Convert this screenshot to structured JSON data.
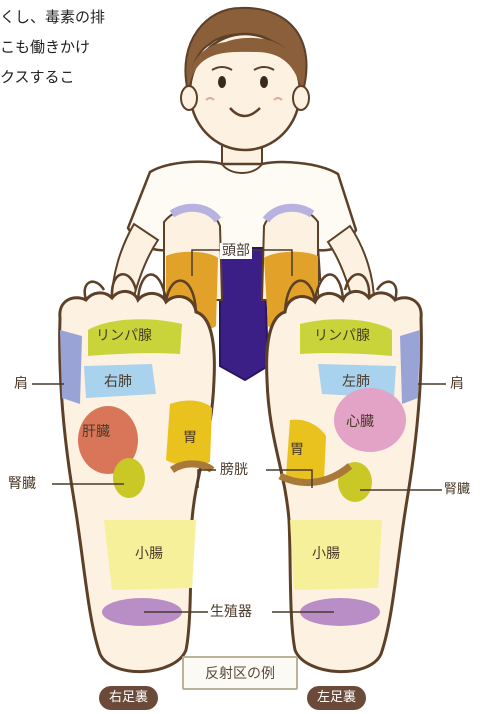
{
  "intro_lines": [
    "くし、毒素の排",
    "こも働きかけ",
    "クスするこ"
  ],
  "labels": {
    "head": "頭部",
    "lymph_right": "リンパ腺",
    "lymph_left": "リンパ腺",
    "shoulder_right": "肩",
    "shoulder_left": "肩",
    "lung_right": "右肺",
    "lung_left": "左肺",
    "liver": "肝臓",
    "heart": "心臓",
    "stomach_right": "胃",
    "stomach_left": "胃",
    "kidney_right": "腎臓",
    "kidney_left": "腎臓",
    "bladder": "膀胱",
    "small_intestine_right": "小腸",
    "small_intestine_left": "小腸",
    "reproductive": "生殖器"
  },
  "caption": "反射区の例",
  "foot_right_label": "右足裏",
  "foot_left_label": "左足裏",
  "colors": {
    "skin": "#fdf1e1",
    "outline": "#5c4028",
    "lymph": "#c9d43a",
    "shoulder": "#9aa3d6",
    "lung": "#a9d2ee",
    "liver": "#d9765a",
    "heart": "#e3a3c6",
    "stomach": "#e9c21e",
    "kidney": "#c9c826",
    "bladder_line": "#a9793a",
    "small_intestine": "#f6f09a",
    "reproductive": "#b98ec6",
    "head_zone": "#e2a128",
    "pants": "#3c1f86",
    "badge": "#6b4a3a"
  }
}
